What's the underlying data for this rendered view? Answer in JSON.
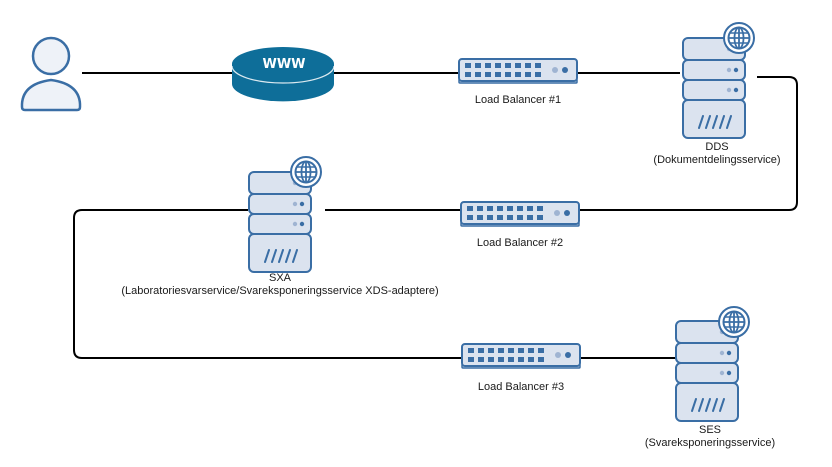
{
  "diagram": {
    "title": "",
    "nodes": {
      "user": {
        "name": "User",
        "type": "user"
      },
      "www": {
        "name": "Internet",
        "type": "cloud-cylinder",
        "label": "WWW"
      },
      "lb1": {
        "type": "load-balancer",
        "label": "Load Balancer #1"
      },
      "lb2": {
        "type": "load-balancer",
        "label": "Load Balancer #2"
      },
      "lb3": {
        "type": "load-balancer",
        "label": "Load Balancer #3"
      },
      "dds": {
        "type": "web-server",
        "label": "DDS",
        "sublabel": "(Dokumentdelingsservice)"
      },
      "sxa": {
        "type": "web-server",
        "label": "SXA",
        "sublabel": "(Laboratoriesvarservice/Svareksponeringsservice XDS-adaptere)"
      },
      "ses": {
        "type": "web-server",
        "label": "SES",
        "sublabel": "(Svareksponeringsservice)"
      }
    },
    "edges": [
      {
        "from": "user",
        "to": "www"
      },
      {
        "from": "www",
        "to": "lb1"
      },
      {
        "from": "lb1",
        "to": "dds"
      },
      {
        "from": "dds",
        "to": "lb2"
      },
      {
        "from": "lb2",
        "to": "sxa"
      },
      {
        "from": "sxa",
        "to": "lb3"
      },
      {
        "from": "lb3",
        "to": "ses"
      }
    ],
    "colors": {
      "icon_stroke": "#3a6ea5",
      "icon_fill": "#dbe3ef",
      "icon_fill_light": "#eef2f8",
      "www_fill": "#0e6e99",
      "www_dark": "#0a5c80",
      "line": "#000000"
    }
  }
}
